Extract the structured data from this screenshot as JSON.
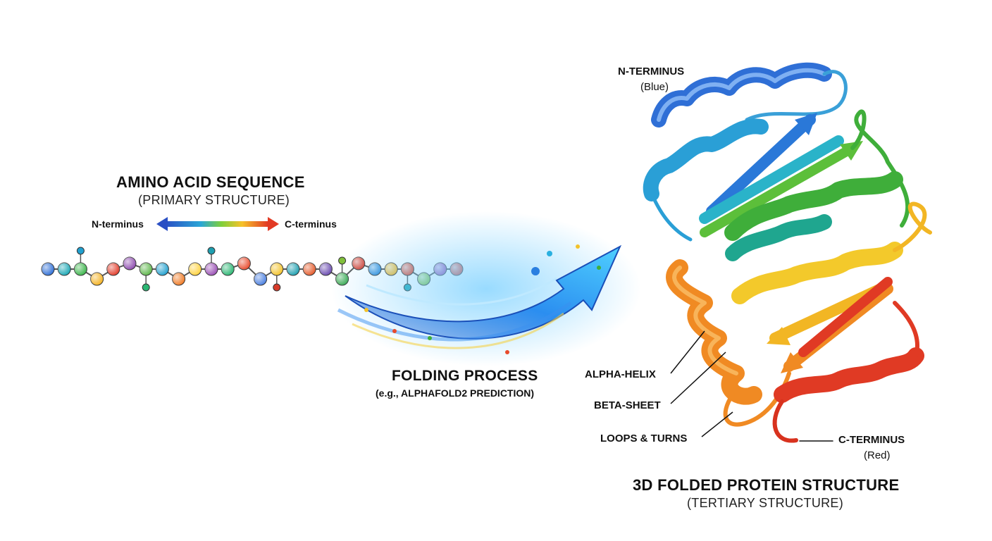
{
  "sequence": {
    "title": "AMINO ACID SEQUENCE",
    "subtitle": "(PRIMARY STRUCTURE)",
    "n_label": "N-terminus",
    "c_label": "C-terminus",
    "residue_colors": [
      "#2f6fd6",
      "#1aa7b5",
      "#3ab54a",
      "#f4b221",
      "#e23c2a",
      "#8e4bb0",
      "#5db64a",
      "#21a0cf",
      "#f07a24",
      "#ffd23f",
      "#9a4fb5",
      "#2bb673",
      "#e84a2c",
      "#4a7fe0",
      "#f3c32b",
      "#1e9fb0",
      "#e55a2a",
      "#6a4bb0",
      "#36a84a",
      "#d83b2a",
      "#2a88d6",
      "#f2b624",
      "#e2452a",
      "#7fbf3a",
      "#9b4fb0",
      "#e03a2a"
    ]
  },
  "folding": {
    "title": "FOLDING PROCESS",
    "subtitle": "(e.g., ALPHAFOLD2 PREDICTION)"
  },
  "structure": {
    "n_terminus": "N-TERMINUS",
    "n_terminus_sub": "(Blue)",
    "c_terminus": "C-TERMINUS",
    "c_terminus_sub": "(Red)",
    "alpha_helix": "ALPHA-HELIX",
    "beta_sheet": "BETA-SHEET",
    "loops_turns": "LOOPS & TURNS",
    "title": "3D FOLDED PROTEIN STRUCTURE",
    "subtitle": "(TERTIARY STRUCTURE)"
  },
  "colors": {
    "blue": "#2f6fd6",
    "cyan": "#25a9c9",
    "green": "#3fae3a",
    "yellow": "#f3c92b",
    "orange": "#f08a23",
    "red": "#e03a24"
  }
}
